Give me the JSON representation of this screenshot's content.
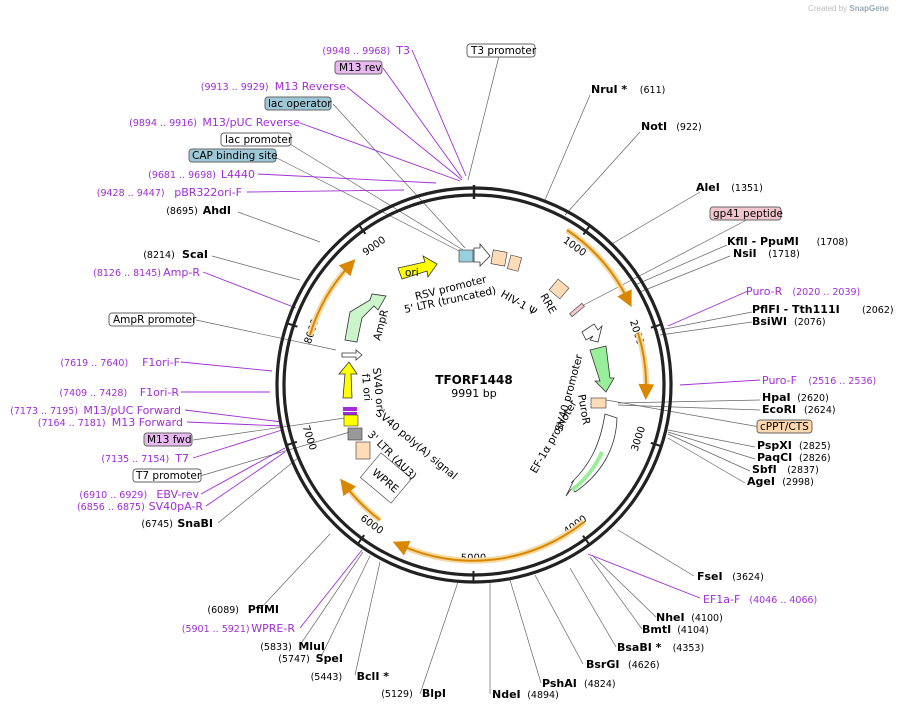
{
  "credit": {
    "prefix": "Created by",
    "brand": "SnapGene"
  },
  "plasmid": {
    "name": "TFORF1448",
    "length_label": "9991 bp"
  },
  "ticks": [
    "1000",
    "2000",
    "3000",
    "4000",
    "5000",
    "6000",
    "7000",
    "8000",
    "9000"
  ],
  "enzymes_right": [
    {
      "name": "NruI *",
      "pos": "(611)"
    },
    {
      "name": "NotI",
      "pos": "(922)"
    },
    {
      "name": "AleI",
      "pos": "(1351)"
    },
    {
      "name": "KflI - PpuMI",
      "pos": "(1708)"
    },
    {
      "name": "NsiI",
      "pos": "(1718)"
    },
    {
      "name": "PflFI - Tth111I",
      "pos": "(2062)"
    },
    {
      "name": "BsiWI",
      "pos": "(2076)"
    },
    {
      "name": "HpaI",
      "pos": "(2620)"
    },
    {
      "name": "EcoRI",
      "pos": "(2624)"
    },
    {
      "name": "PspXI",
      "pos": "(2825)"
    },
    {
      "name": "PaqCI",
      "pos": "(2826)"
    },
    {
      "name": "SbfI",
      "pos": "(2837)"
    },
    {
      "name": "AgeI",
      "pos": "(2998)"
    },
    {
      "name": "FseI",
      "pos": "(3624)"
    },
    {
      "name": "NheI",
      "pos": "(4100)"
    },
    {
      "name": "BmtI",
      "pos": "(4104)"
    },
    {
      "name": "BsaBI *",
      "pos": "(4353)"
    },
    {
      "name": "BsrGI",
      "pos": "(4626)"
    },
    {
      "name": "PshAI",
      "pos": "(4824)"
    },
    {
      "name": "NdeI",
      "pos": "(4894)"
    }
  ],
  "enzymes_left": [
    {
      "name": "AhdI",
      "pos": "(8695)"
    },
    {
      "name": "ScaI",
      "pos": "(8214)"
    },
    {
      "name": "SnaBI",
      "pos": "(6745)"
    },
    {
      "name": "PflMI",
      "pos": "(6089)"
    },
    {
      "name": "MluI",
      "pos": "(5833)"
    },
    {
      "name": "SpeI",
      "pos": "(5747)"
    },
    {
      "name": "BclI *",
      "pos": "(5443)"
    },
    {
      "name": "BlpI",
      "pos": "(5129)"
    }
  ],
  "primers_right": [
    {
      "name": "Puro-R",
      "pos": "(2020 .. 2039)"
    },
    {
      "name": "Puro-F",
      "pos": "(2516 .. 2536)"
    },
    {
      "name": "EF1a-F",
      "pos": "(4046 .. 4066)"
    }
  ],
  "primers_left": [
    {
      "name": "T3",
      "pos": "(9948 .. 9968)"
    },
    {
      "name": "M13 Reverse",
      "pos": "(9913 .. 9929)"
    },
    {
      "name": "M13/pUC Reverse",
      "pos": "(9894 .. 9916)"
    },
    {
      "name": "L4440",
      "pos": "(9681 .. 9698)"
    },
    {
      "name": "pBR322ori-F",
      "pos": "(9428 .. 9447)"
    },
    {
      "name": "Amp-R",
      "pos": "(8126 .. 8145)"
    },
    {
      "name": "F1ori-F",
      "pos": "(7619 .. 7640)"
    },
    {
      "name": "F1ori-R",
      "pos": "(7409 .. 7428)"
    },
    {
      "name": "M13/pUC Forward",
      "pos": "(7173 .. 7195)"
    },
    {
      "name": "M13 Forward",
      "pos": "(7164 .. 7181)"
    },
    {
      "name": "T7",
      "pos": "(7135 .. 7154)"
    },
    {
      "name": "EBV-rev",
      "pos": "(6910 .. 6929)"
    },
    {
      "name": "SV40pA-R",
      "pos": "(6856 .. 6875)"
    },
    {
      "name": "WPRE-R",
      "pos": "(5901 .. 5921)"
    }
  ],
  "boxed_labels": {
    "t3_promoter": "T3 promoter",
    "m13_rev": "M13 rev",
    "lac_operator": "lac operator",
    "lac_promoter": "lac promoter",
    "cap_site": "CAP binding site",
    "gp41": "gp41 peptide",
    "cppt": "cPPT/CTS",
    "ampr_promoter": "AmpR promoter",
    "m13_fwd": "M13 fwd",
    "t7_promoter": "T7 promoter"
  },
  "inner_features": {
    "ori": "ori",
    "rsv_promoter": "RSV promoter",
    "ltr_trunc": "5' LTR (truncated)",
    "hiv_psi": "HIV-1 Ψ",
    "rre": "RRE",
    "sv40_promoter": "SV40 promoter",
    "puror": "PuroR",
    "ef1a_promoter": "EF-1α promoter",
    "ampr": "AmpR",
    "f1_ori": "f1 ori",
    "sv40_ori": "SV40 ori",
    "sv40_polya": "SV40 poly(A) signal",
    "ltr3": "3' LTR (ΔU3)",
    "wpre": "WPRE"
  },
  "colors": {
    "primer": "#a02dd4",
    "orf_arrow": "#f0a020",
    "ori": "#ffff00",
    "ampr": "#ccf5cc",
    "puro": "#99ee99",
    "ltr": "#ffdcb8",
    "cap": "#9ec8d6",
    "m13": "#e8b8f0",
    "gp41": "#f2c6cc",
    "cppt": "#ffd8b0"
  }
}
